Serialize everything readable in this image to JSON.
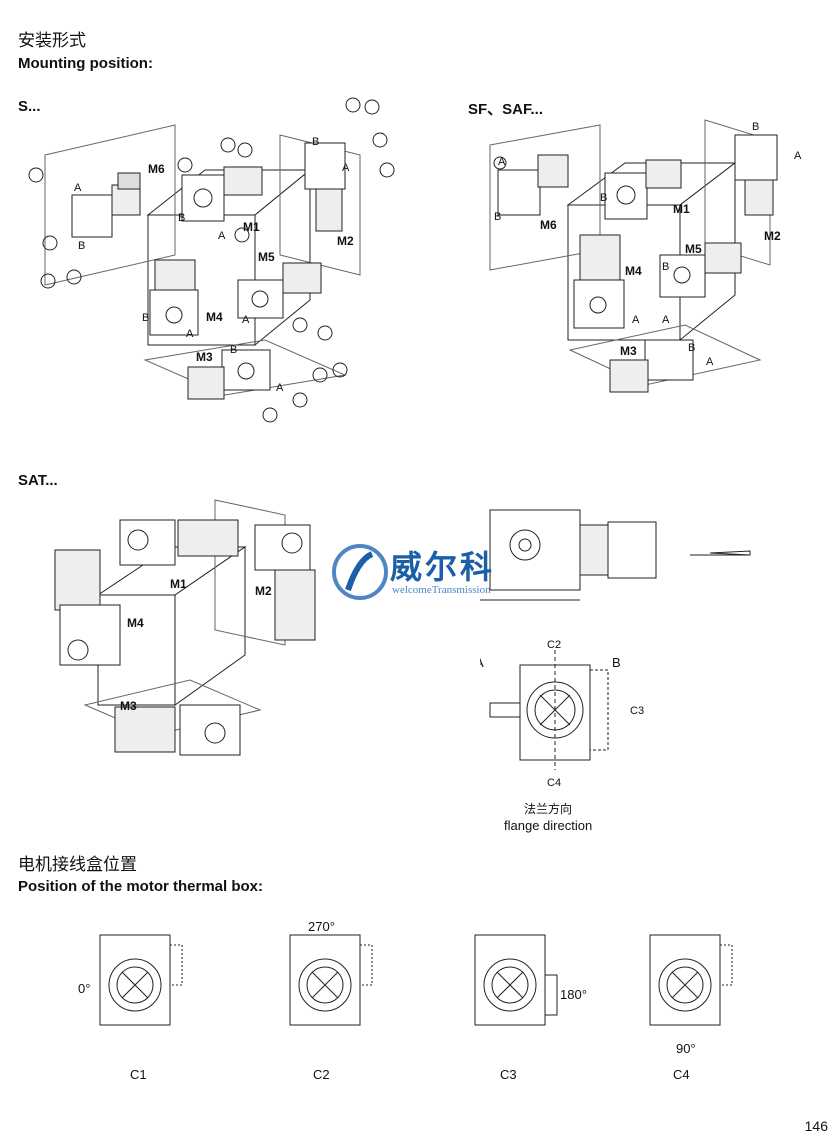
{
  "header": {
    "title_cn": "安装形式",
    "title_en": "Mounting position:"
  },
  "section_s": {
    "label": "S...",
    "positions": [
      "M1",
      "M2",
      "M3",
      "M4",
      "M5",
      "M6"
    ],
    "side_a": "A",
    "side_b": "B"
  },
  "section_sf": {
    "label": "SF、SAF...",
    "positions": [
      "M1",
      "M2",
      "M3",
      "M4",
      "M5",
      "M6"
    ],
    "side_a": "A",
    "side_b": "B"
  },
  "section_sat": {
    "label": "SAT...",
    "positions": [
      "M1",
      "M2",
      "M3",
      "M4"
    ]
  },
  "flange": {
    "side_a": "A",
    "side_b": "B",
    "c1": "C1",
    "c2": "C2",
    "c3": "C3",
    "c4": "C4",
    "caption_cn": "法兰方向",
    "caption_en": "flange direction"
  },
  "watermark": {
    "brand_cn": "威尔科",
    "brand_en": "welcomeTransmission",
    "color": "#1b5fa8"
  },
  "thermal_box": {
    "title_cn": "电机接线盒位置",
    "title_en": "Position of the motor thermal box:",
    "items": [
      {
        "angle": "0°",
        "label": "C1"
      },
      {
        "angle": "270°",
        "label": "C2"
      },
      {
        "angle": "180°",
        "label": "C3"
      },
      {
        "angle": "90°",
        "label": "C4"
      }
    ]
  },
  "page_number": "146"
}
